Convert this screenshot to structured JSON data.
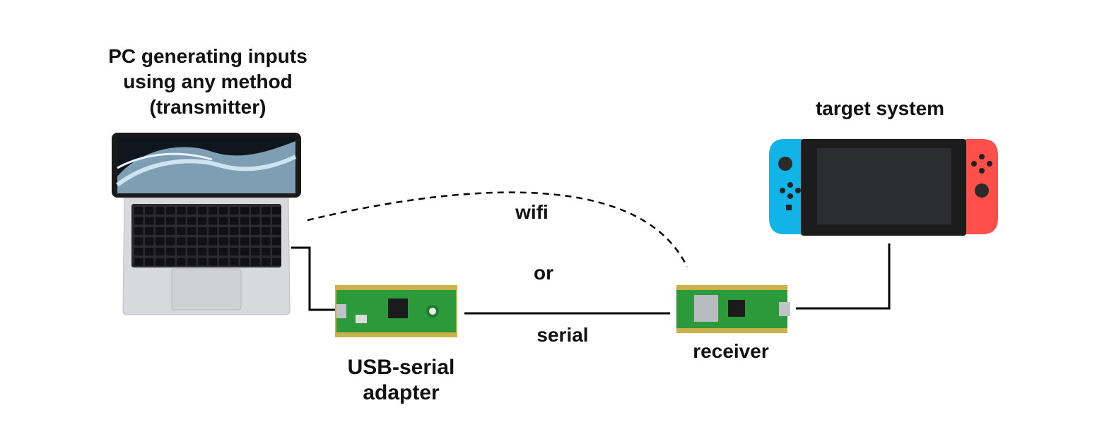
{
  "labels": {
    "transmitter": [
      "PC generating inputs",
      "using any method",
      "(transmitter)"
    ],
    "target": "target system",
    "wifi": "wifi",
    "or": "or",
    "serial": "serial",
    "adapter": [
      "USB-serial",
      "adapter"
    ],
    "receiver": "receiver"
  },
  "colors": {
    "line": "#000000",
    "pcb": "#2c9a3a",
    "pcb_dark": "#1f7a2b",
    "pin_gold": "#c9b24a",
    "joycon_blue": "#12b3e6",
    "joycon_red": "#ff4f4a",
    "laptop_silver": "#d7d9dc",
    "screen_black": "#141414"
  }
}
